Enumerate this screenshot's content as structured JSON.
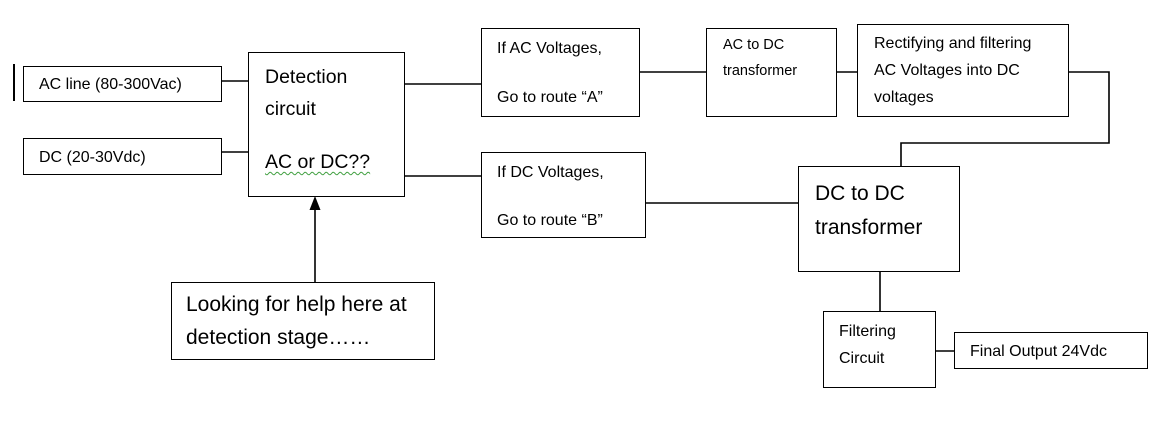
{
  "diagram": {
    "ac_line_input": {
      "label": "AC line (80-300Vac)"
    },
    "dc_input": {
      "label": "DC (20-30Vdc)"
    },
    "detection_circuit": {
      "line1": "Detection",
      "line2": "circuit",
      "line3": "AC or DC??"
    },
    "help_note": {
      "line1": "Looking for help here at",
      "line2": "detection stage……"
    },
    "route_a": {
      "line1": "If AC Voltages,",
      "line2": "Go to route “A”"
    },
    "route_b": {
      "line1": "If DC Voltages,",
      "line2": "Go to route “B”"
    },
    "ac_to_dc": {
      "line1": "AC to DC",
      "line2": "transformer"
    },
    "rectifier": {
      "line1": "Rectifying and filtering",
      "line2": "AC Voltages into DC",
      "line3": "voltages"
    },
    "dc_to_dc": {
      "line1": "DC to DC",
      "line2": "transformer"
    },
    "filtering": {
      "line1": "Filtering",
      "line2": "Circuit"
    },
    "final_output": {
      "label": "Final Output  24Vdc"
    }
  },
  "colors": {
    "stroke": "#000000",
    "background": "#ffffff",
    "spellcheck_squiggle": "#3f9f3f"
  }
}
